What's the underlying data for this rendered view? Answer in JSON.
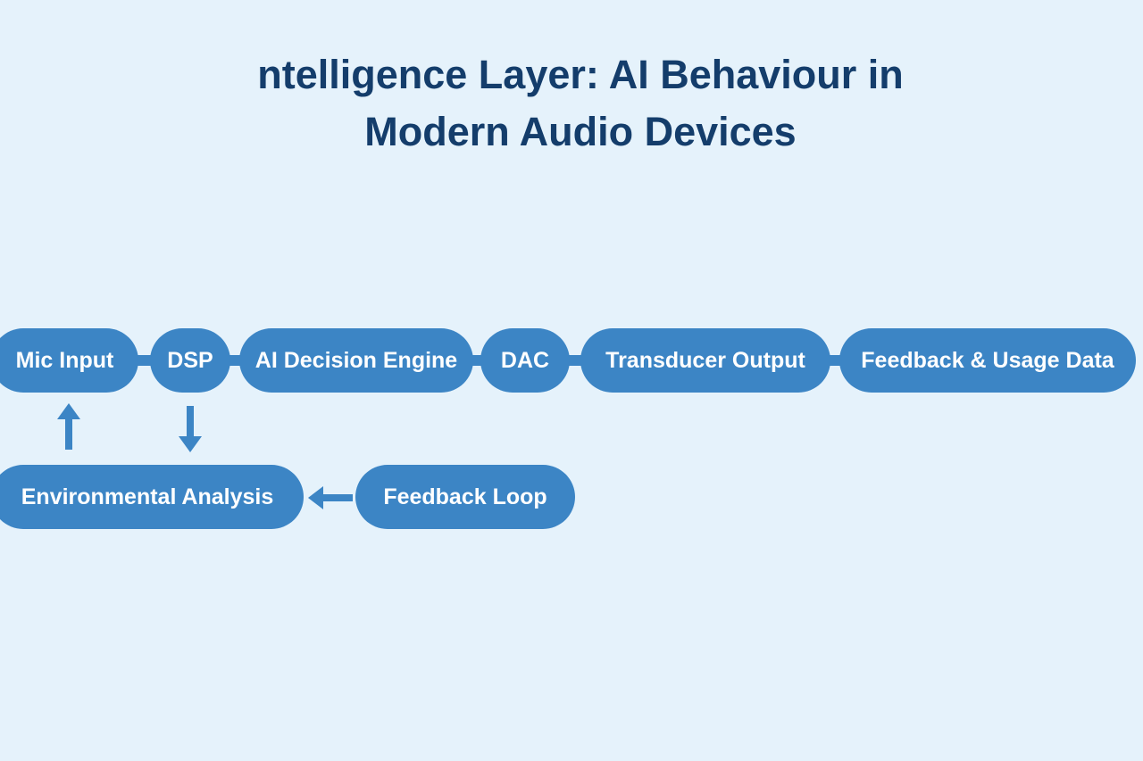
{
  "title": {
    "line1": "ntelligence Layer: AI Behaviour in",
    "line2": "Modern Audio Devices"
  },
  "colors": {
    "background": "#e5f2fb",
    "node_fill": "#3c85c5",
    "node_text": "#ffffff",
    "title_text": "#143d6b",
    "arrow": "#3c85c5"
  },
  "pipeline": {
    "mic_input": "Mic Input",
    "dsp": "DSP",
    "ai_decision_engine": "AI Decision Engine",
    "dac": "DAC",
    "transducer_output": "Transducer Output",
    "feedback_usage_data": "Feedback & Usage Data",
    "environmental_analysis": "Environmental Analysis",
    "feedback_loop": "Feedback Loop"
  },
  "edges": [
    {
      "from": "mic_input",
      "to": "dsp",
      "type": "connector"
    },
    {
      "from": "dsp",
      "to": "ai_decision_engine",
      "type": "connector"
    },
    {
      "from": "ai_decision_engine",
      "to": "dac",
      "type": "connector"
    },
    {
      "from": "dac",
      "to": "transducer_output",
      "type": "connector"
    },
    {
      "from": "transducer_output",
      "to": "feedback_usage_data",
      "type": "connector"
    },
    {
      "from": "environmental_analysis",
      "to": "mic_input",
      "type": "arrow-up"
    },
    {
      "from": "dsp",
      "to": "environmental_analysis",
      "type": "arrow-down"
    },
    {
      "from": "feedback_loop",
      "to": "environmental_analysis",
      "type": "arrow-left"
    }
  ]
}
